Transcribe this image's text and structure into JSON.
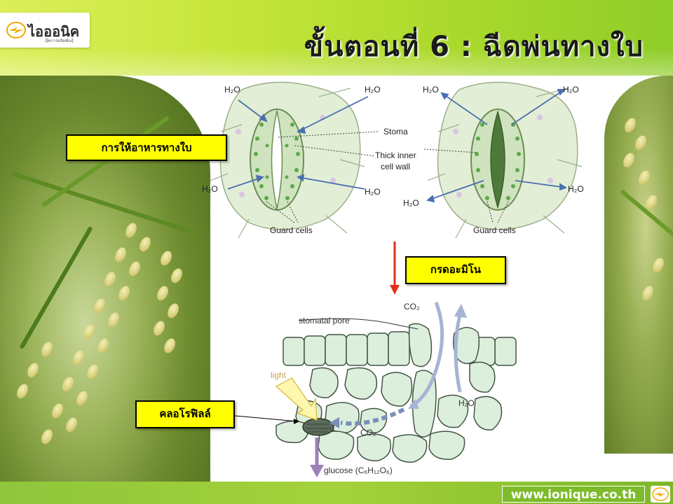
{
  "header": {
    "logo_text": "ไอออนิค",
    "logo_sub": "บุ๊คการผลิตพันธุ์",
    "title": "ขั้นตอนที่ 6  :  ฉีดพ่นทางใบ"
  },
  "labels": {
    "foliar_feeding": "การให้อาหารทางใบ",
    "amino_acid": "กรดอะมิโน",
    "chlorophyll": "คลอโรฟิลล์"
  },
  "stoma_diagram": {
    "h2o": "H₂O",
    "stoma": "Stoma",
    "thick_inner_line1": "Thick inner",
    "thick_inner_line2": "cell wall",
    "guard_cells": "Guard cells"
  },
  "leaf_diagram": {
    "co2": "CO₂",
    "stomatal_pore": "stomatal pore",
    "light": "light",
    "h2o": "H₂O",
    "glucose": "glucose (C₆H₁₂O₆)"
  },
  "footer": {
    "url": "www.ionique.co.th"
  },
  "colors": {
    "accent_green": "#8cc63f",
    "label_yellow": "#ffff00",
    "arrow_blue": "#4a6fb0",
    "arrow_red": "#e0301e",
    "arrow_purple": "#9b82b8",
    "cell_green": "#dceedc"
  }
}
